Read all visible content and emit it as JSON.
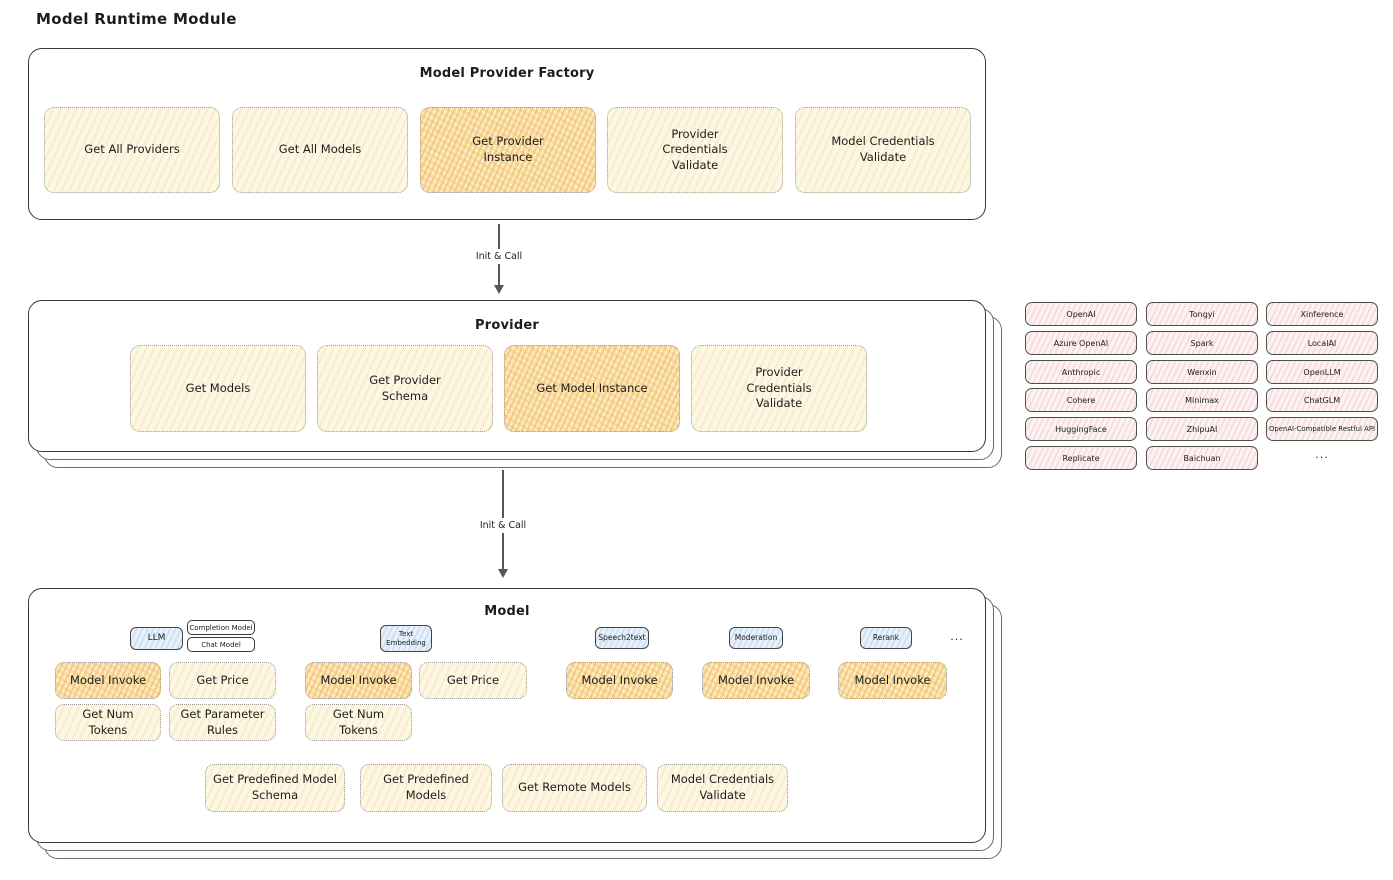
{
  "title": "Model Runtime Module",
  "init_call": "Init & Call",
  "factory": {
    "title": "Model Provider Factory",
    "buttons": [
      {
        "label": "Get All Providers"
      },
      {
        "label": "Get All Models"
      },
      {
        "label": "Get Provider Instance"
      },
      {
        "label": "Provider Credentials Validate"
      },
      {
        "label": "Model Credentials Validate"
      }
    ]
  },
  "provider": {
    "title": "Provider",
    "buttons": [
      {
        "label": "Get Models"
      },
      {
        "label": "Get Provider Schema"
      },
      {
        "label": "Get Model Instance"
      },
      {
        "label": "Provider Credentials Validate"
      }
    ]
  },
  "providers": [
    [
      "OpenAI",
      "Tongyi",
      "Xinference"
    ],
    [
      "Azure OpenAI",
      "Spark",
      "LocalAI"
    ],
    [
      "Anthropic",
      "Wenxin",
      "OpenLLM"
    ],
    [
      "Cohere",
      "Minimax",
      "ChatGLM"
    ],
    [
      "HuggingFace",
      "ZhipuAI",
      "OpenAI-Compatible Restful API"
    ],
    [
      "Replicate",
      "Baichuan",
      "..."
    ]
  ],
  "model": {
    "title": "Model",
    "tabs": {
      "llm": "LLM",
      "completion": "Completion Model",
      "chat": "Chat Model",
      "text_embedding": "Text Embedding",
      "speech2text": "Speech2text",
      "moderation": "Moderation",
      "rerank": "Rerank",
      "more": "..."
    },
    "llm": {
      "invoke": "Model Invoke",
      "price": "Get Price",
      "tokens": "Get Num Tokens",
      "rules": "Get Parameter Rules"
    },
    "text_embedding": {
      "invoke": "Model Invoke",
      "price": "Get Price",
      "tokens": "Get Num Tokens"
    },
    "speech2text": {
      "invoke": "Model Invoke"
    },
    "moderation": {
      "invoke": "Model Invoke"
    },
    "rerank": {
      "invoke": "Model Invoke"
    },
    "common": {
      "predefined_schema": "Get Predefined Model Schema",
      "predefined_models": "Get Predefined Models",
      "remote_models": "Get Remote Models",
      "credentials_validate": "Model Credentials Validate"
    }
  },
  "colors": {
    "highlight_hatch": "#f0b24e",
    "cream_fill": "#fdf8e4",
    "pink_fill": "#fdf2f2",
    "blue_fill": "#e8f1fa",
    "box_border": "#3a3a3a"
  }
}
